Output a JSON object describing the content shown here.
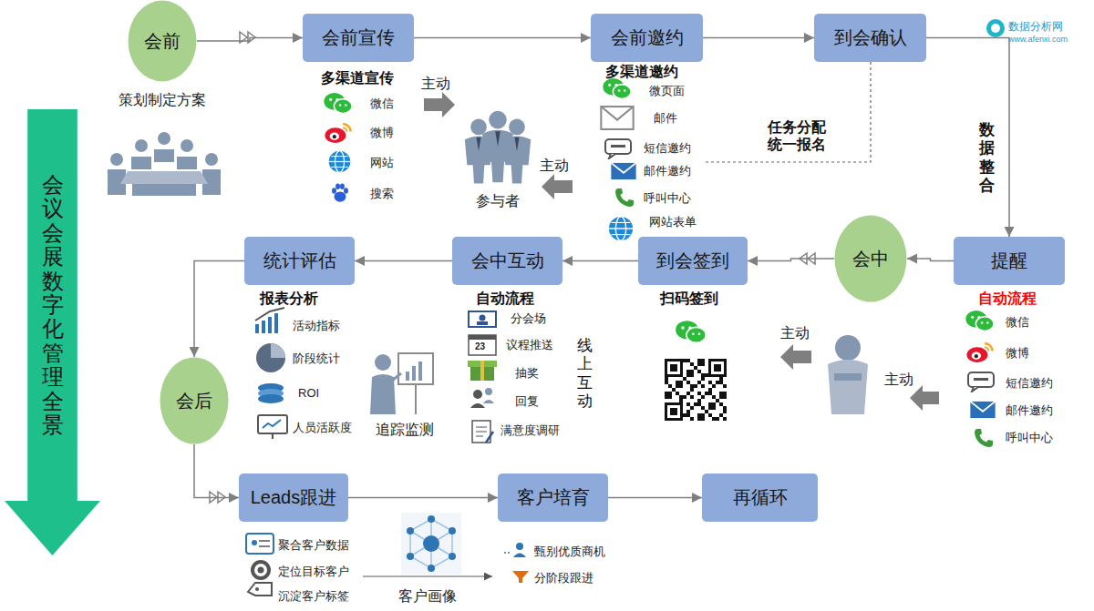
{
  "diagram": {
    "nodes": [
      {
        "text": [
          "会前",
          "策划制定方案"
        ]
      },
      {
        "text": [
          "会前宣传"
        ]
      },
      {
        "text": [
          "会前邀约"
        ]
      },
      {
        "text": [
          "到会确认"
        ]
      },
      {
        "text": [
          "提醒"
        ]
      },
      {
        "text": [
          "会中"
        ]
      },
      {
        "text": [
          "到会签到"
        ]
      },
      {
        "text": [
          "会中互动"
        ]
      },
      {
        "text": [
          "统计评估"
        ]
      },
      {
        "text": [
          "会后"
        ]
      },
      {
        "text": [
          "Leads跟进"
        ]
      },
      {
        "text": [
          "客户培育"
        ]
      },
      {
        "text": [
          "再循环"
        ]
      },
      {
        "text": [
          "会议会展数字化管理全景"
        ]
      }
    ],
    "edges": [
      {
        "from": 0,
        "to": 1,
        "arrow": "to"
      },
      {
        "from": 1,
        "to": 2,
        "arrow": "to"
      },
      {
        "from": 2,
        "to": 3,
        "arrow": "to"
      },
      {
        "from": 3,
        "to": 4,
        "arrow": "to"
      },
      {
        "from": 4,
        "to": 5,
        "arrow": "to"
      },
      {
        "from": 5,
        "to": 6,
        "arrow": "to"
      },
      {
        "from": 6,
        "to": 7,
        "arrow": "to"
      },
      {
        "from": 7,
        "to": 8,
        "arrow": "to"
      },
      {
        "from": 8,
        "to": 9,
        "arrow": "to"
      },
      {
        "from": 9,
        "to": 10,
        "arrow": "to"
      },
      {
        "from": 10,
        "to": 11,
        "arrow": "to"
      },
      {
        "from": 11,
        "to": 12,
        "arrow": "to"
      }
    ],
    "labels": [
      "多渠道宣传",
      "微信",
      "微博",
      "网站",
      "搜索",
      "主动",
      "参与者",
      "主动",
      "多渠道邀约",
      "微页面",
      "邮件",
      "短信邀约",
      "邮件邀约",
      "呼叫中心",
      "网站表单",
      "任务分配 统一报名",
      "数据整合",
      "自动流程",
      "微信",
      "微博",
      "短信邀约",
      "邮件邀约",
      "呼叫中心",
      "主动",
      "主动",
      "扫码签到",
      "自动流程",
      "分会场",
      "23",
      "议程推送",
      "抽奖",
      "回复",
      "满意度调研",
      "线上互动",
      "报表分析",
      "活动指标",
      "阶段统计",
      "ROI",
      "人员活跃度",
      "追踪监测",
      "聚合客户数据",
      "定位目标客户",
      "沉淀客户标签",
      "客户画像",
      "甄别优质商机",
      "分阶段跟进",
      "数据分析网",
      "www.afenxi.com"
    ]
  }
}
